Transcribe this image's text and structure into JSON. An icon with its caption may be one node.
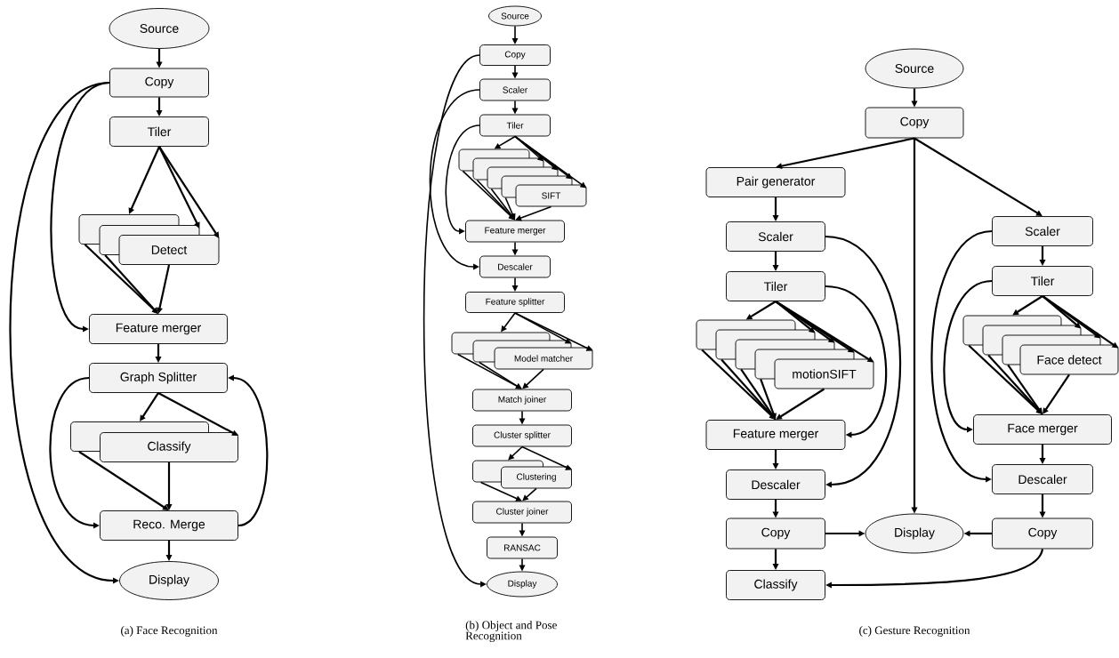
{
  "diagram": {
    "nodes": [
      {
        "text": [
          "Source"
        ]
      },
      {
        "text": [
          "Copy"
        ]
      },
      {
        "text": [
          "Tiler"
        ]
      },
      {
        "text": [],
        "shape": "box"
      },
      {
        "text": [],
        "shape": "box"
      },
      {
        "text": [
          "Detect"
        ]
      },
      {
        "text": [
          "Feature merger"
        ]
      },
      {
        "text": [
          "Graph Splitter"
        ]
      },
      {
        "text": [],
        "shape": "box"
      },
      {
        "text": [
          "Classify"
        ]
      },
      {
        "text": [
          "Reco. Merge"
        ]
      },
      {
        "text": [
          "Display"
        ]
      },
      {
        "text": [
          "Source"
        ]
      },
      {
        "text": [
          "Copy"
        ]
      },
      {
        "text": [
          "Scaler"
        ]
      },
      {
        "text": [
          "Tiler"
        ]
      },
      {
        "text": [],
        "shape": "box"
      },
      {
        "text": [],
        "shape": "box"
      },
      {
        "text": [],
        "shape": "box"
      },
      {
        "text": [],
        "shape": "box"
      },
      {
        "text": [
          "SIFT"
        ]
      },
      {
        "text": [
          "Feature merger"
        ]
      },
      {
        "text": [
          "Descaler"
        ]
      },
      {
        "text": [
          "Feature splitter"
        ]
      },
      {
        "text": [],
        "shape": "box"
      },
      {
        "text": [],
        "shape": "box"
      },
      {
        "text": [
          "Model matcher"
        ]
      },
      {
        "text": [
          "Match joiner"
        ]
      },
      {
        "text": [
          "Cluster splitter"
        ]
      },
      {
        "text": [],
        "shape": "box"
      },
      {
        "text": [
          "Clustering"
        ]
      },
      {
        "text": [
          "Cluster joiner"
        ]
      },
      {
        "text": [
          "RANSAC"
        ]
      },
      {
        "text": [
          "Display"
        ]
      },
      {
        "text": [
          "Source"
        ]
      },
      {
        "text": [
          "Copy"
        ]
      },
      {
        "text": [
          "Pair generator"
        ]
      },
      {
        "text": [
          "Scaler"
        ]
      },
      {
        "text": [
          "Tiler"
        ]
      },
      {
        "text": [],
        "shape": "box"
      },
      {
        "text": [],
        "shape": "box"
      },
      {
        "text": [],
        "shape": "box"
      },
      {
        "text": [],
        "shape": "box"
      },
      {
        "text": [
          "motionSIFT"
        ]
      },
      {
        "text": [
          "Feature merger"
        ]
      },
      {
        "text": [
          "Descaler"
        ]
      },
      {
        "text": [
          "Copy"
        ]
      },
      {
        "text": [
          "Classify"
        ]
      },
      {
        "text": [
          "Display"
        ]
      },
      {
        "text": [
          "Scaler"
        ]
      },
      {
        "text": [
          "Tiler"
        ]
      },
      {
        "text": [],
        "shape": "box"
      },
      {
        "text": [],
        "shape": "box"
      },
      {
        "text": [],
        "shape": "box"
      },
      {
        "text": [
          "Face detect"
        ]
      },
      {
        "text": [
          "Face merger"
        ]
      },
      {
        "text": [
          "Descaler"
        ]
      },
      {
        "text": [
          "Copy"
        ]
      }
    ],
    "edges": [
      {
        "from": 0,
        "to": 1,
        "arrow": "to"
      },
      {
        "from": 1,
        "to": 2,
        "arrow": "to"
      },
      {
        "from": 2,
        "to": 3,
        "arrow": "to"
      },
      {
        "from": 2,
        "to": 4,
        "arrow": "to"
      },
      {
        "from": 2,
        "to": 5,
        "arrow": "to"
      },
      {
        "from": 3,
        "to": 6,
        "arrow": "to"
      },
      {
        "from": 4,
        "to": 6,
        "arrow": "to"
      },
      {
        "from": 5,
        "to": 6,
        "arrow": "to"
      },
      {
        "from": 1,
        "to": 6,
        "arrow": "to"
      },
      {
        "from": 1,
        "to": 11,
        "arrow": "to"
      },
      {
        "from": 6,
        "to": 7,
        "arrow": "to"
      },
      {
        "from": 7,
        "to": 8,
        "arrow": "to"
      },
      {
        "from": 7,
        "to": 9,
        "arrow": "to"
      },
      {
        "from": 8,
        "to": 10,
        "arrow": "to"
      },
      {
        "from": 9,
        "to": 10,
        "arrow": "to"
      },
      {
        "from": 7,
        "to": 10,
        "arrow": "to"
      },
      {
        "from": 10,
        "to": 7,
        "arrow": "to"
      },
      {
        "from": 10,
        "to": 11,
        "arrow": "to"
      },
      {
        "from": 12,
        "to": 13,
        "arrow": "to"
      },
      {
        "from": 13,
        "to": 14,
        "arrow": "to"
      },
      {
        "from": 14,
        "to": 15,
        "arrow": "to"
      },
      {
        "from": 15,
        "to": 16,
        "arrow": "to"
      },
      {
        "from": 15,
        "to": 17,
        "arrow": "to"
      },
      {
        "from": 15,
        "to": 18,
        "arrow": "to"
      },
      {
        "from": 15,
        "to": 19,
        "arrow": "to"
      },
      {
        "from": 15,
        "to": 20,
        "arrow": "to"
      },
      {
        "from": 16,
        "to": 21,
        "arrow": "to"
      },
      {
        "from": 17,
        "to": 21,
        "arrow": "to"
      },
      {
        "from": 18,
        "to": 21,
        "arrow": "to"
      },
      {
        "from": 19,
        "to": 21,
        "arrow": "to"
      },
      {
        "from": 20,
        "to": 21,
        "arrow": "to"
      },
      {
        "from": 15,
        "to": 21,
        "arrow": "to"
      },
      {
        "from": 14,
        "to": 22,
        "arrow": "to"
      },
      {
        "from": 13,
        "to": 33,
        "arrow": "to"
      },
      {
        "from": 21,
        "to": 22,
        "arrow": "to"
      },
      {
        "from": 22,
        "to": 23,
        "arrow": "to"
      },
      {
        "from": 23,
        "to": 24,
        "arrow": "to"
      },
      {
        "from": 23,
        "to": 25,
        "arrow": "to"
      },
      {
        "from": 23,
        "to": 26,
        "arrow": "to"
      },
      {
        "from": 24,
        "to": 27,
        "arrow": "to"
      },
      {
        "from": 25,
        "to": 27,
        "arrow": "to"
      },
      {
        "from": 26,
        "to": 27,
        "arrow": "to"
      },
      {
        "from": 27,
        "to": 28,
        "arrow": "to"
      },
      {
        "from": 28,
        "to": 29,
        "arrow": "to"
      },
      {
        "from": 28,
        "to": 30,
        "arrow": "to"
      },
      {
        "from": 29,
        "to": 31,
        "arrow": "to"
      },
      {
        "from": 30,
        "to": 31,
        "arrow": "to"
      },
      {
        "from": 31,
        "to": 32,
        "arrow": "to"
      },
      {
        "from": 32,
        "to": 33,
        "arrow": "to"
      },
      {
        "from": 34,
        "to": 35,
        "arrow": "to"
      },
      {
        "from": 35,
        "to": 36,
        "arrow": "to"
      },
      {
        "from": 35,
        "to": 48,
        "arrow": "to"
      },
      {
        "from": 35,
        "to": 49,
        "arrow": "to"
      },
      {
        "from": 36,
        "to": 37,
        "arrow": "to"
      },
      {
        "from": 37,
        "to": 38,
        "arrow": "to"
      },
      {
        "from": 38,
        "to": 39,
        "arrow": "to"
      },
      {
        "from": 38,
        "to": 40,
        "arrow": "to"
      },
      {
        "from": 38,
        "to": 41,
        "arrow": "to"
      },
      {
        "from": 38,
        "to": 42,
        "arrow": "to"
      },
      {
        "from": 38,
        "to": 43,
        "arrow": "to"
      },
      {
        "from": 39,
        "to": 44,
        "arrow": "to"
      },
      {
        "from": 40,
        "to": 44,
        "arrow": "to"
      },
      {
        "from": 41,
        "to": 44,
        "arrow": "to"
      },
      {
        "from": 42,
        "to": 44,
        "arrow": "to"
      },
      {
        "from": 43,
        "to": 44,
        "arrow": "to"
      },
      {
        "from": 38,
        "to": 44,
        "arrow": "to"
      },
      {
        "from": 37,
        "to": 45,
        "arrow": "to"
      },
      {
        "from": 44,
        "to": 45,
        "arrow": "to"
      },
      {
        "from": 45,
        "to": 46,
        "arrow": "to"
      },
      {
        "from": 46,
        "to": 48,
        "arrow": "to"
      },
      {
        "from": 46,
        "to": 47,
        "arrow": "to"
      },
      {
        "from": 49,
        "to": 50,
        "arrow": "to"
      },
      {
        "from": 50,
        "to": 51,
        "arrow": "to"
      },
      {
        "from": 50,
        "to": 52,
        "arrow": "to"
      },
      {
        "from": 50,
        "to": 53,
        "arrow": "to"
      },
      {
        "from": 50,
        "to": 54,
        "arrow": "to"
      },
      {
        "from": 51,
        "to": 55,
        "arrow": "to"
      },
      {
        "from": 52,
        "to": 55,
        "arrow": "to"
      },
      {
        "from": 53,
        "to": 55,
        "arrow": "to"
      },
      {
        "from": 54,
        "to": 55,
        "arrow": "to"
      },
      {
        "from": 50,
        "to": 55,
        "arrow": "to"
      },
      {
        "from": 49,
        "to": 56,
        "arrow": "to"
      },
      {
        "from": 55,
        "to": 56,
        "arrow": "to"
      },
      {
        "from": 56,
        "to": 57,
        "arrow": "to"
      },
      {
        "from": 57,
        "to": 48,
        "arrow": "to"
      },
      {
        "from": 57,
        "to": 47,
        "arrow": "to"
      }
    ],
    "labels": [
      "(a) Face Recognition",
      "(b) Object and Pose Recognition",
      "(c) Gesture Recognition"
    ]
  }
}
